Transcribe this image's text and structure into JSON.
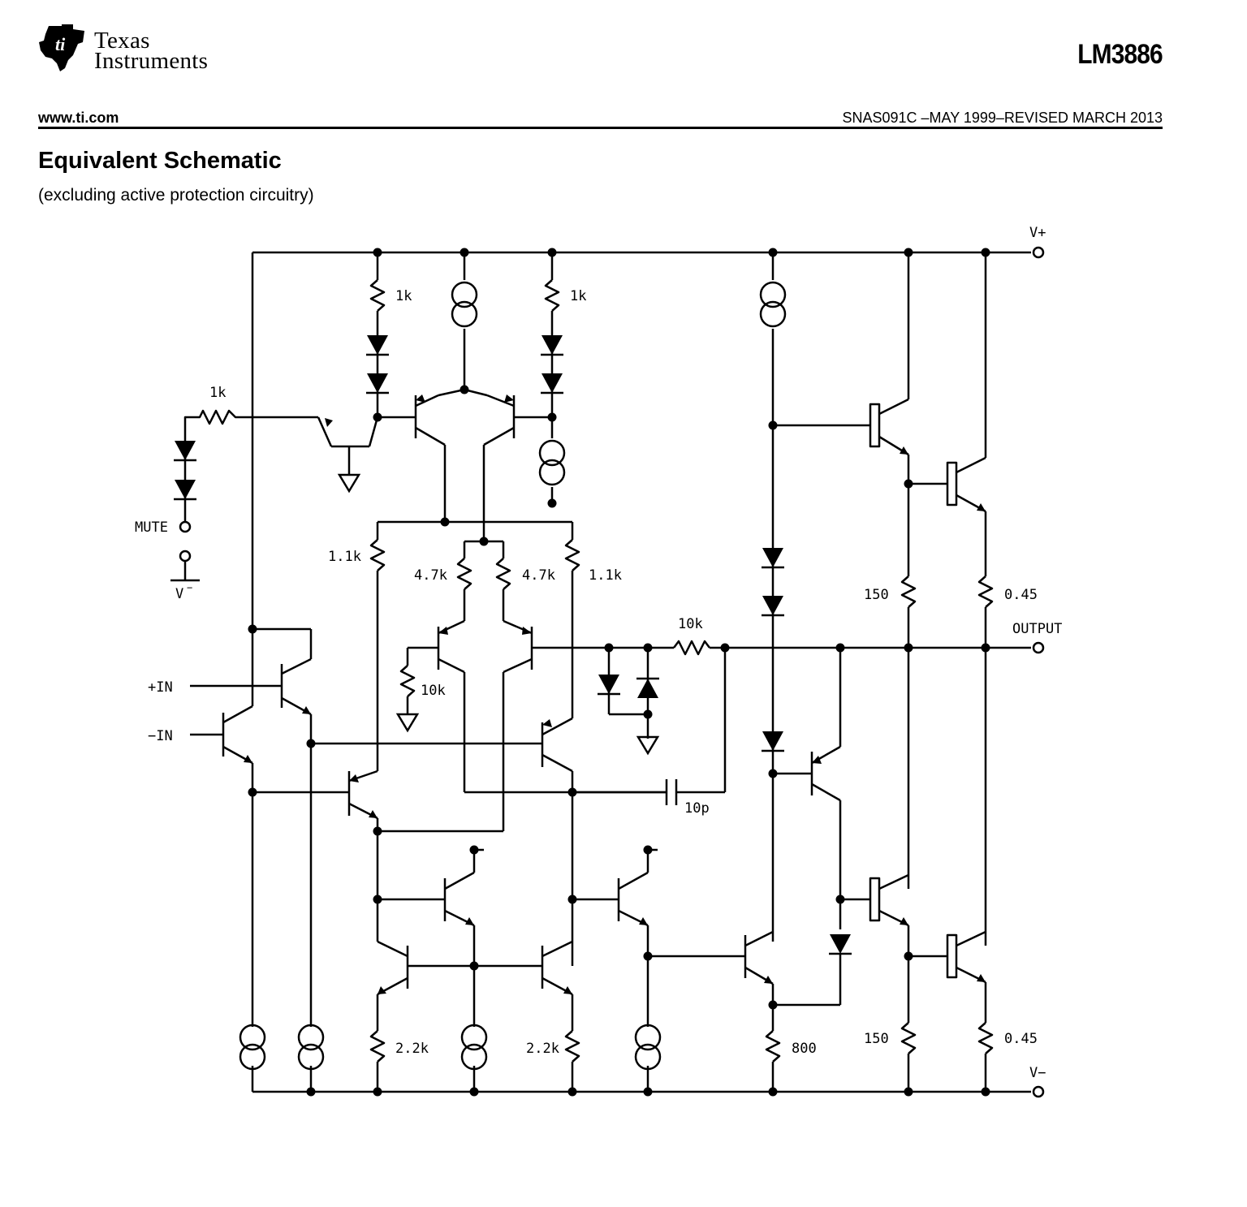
{
  "header": {
    "logo_line1": "Texas",
    "logo_line2": "Instruments",
    "part_number": "LM3886",
    "website": "www.ti.com",
    "document_id": "SNAS091C –MAY 1999–REVISED MARCH 2013"
  },
  "section": {
    "title": "Equivalent Schematic",
    "subtitle": "(excluding active protection circuitry)"
  },
  "schematic": {
    "terminals": {
      "vplus": "V+",
      "vminus": "V−",
      "output": "OUTPUT",
      "plus_in": "+IN",
      "minus_in": "−IN",
      "mute": "MUTE",
      "v_minus_mute": "V",
      "v_minus_mute_sup": "−"
    },
    "components": {
      "r_mute": "1k",
      "r_top_left": "1k",
      "r_top_right": "1k",
      "r_11k_left": "1.1k",
      "r_47k_left": "4.7k",
      "r_47k_right": "4.7k",
      "r_11k_right": "1.1k",
      "r_10k_base": "10k",
      "r_10k_out": "10k",
      "c_comp": "10p",
      "r_150_top": "150",
      "r_045_top": "0.45",
      "r_150_bot": "150",
      "r_045_bot": "0.45",
      "r_22k_left": "2.2k",
      "r_22k_right": "2.2k",
      "r_800": "800"
    }
  }
}
